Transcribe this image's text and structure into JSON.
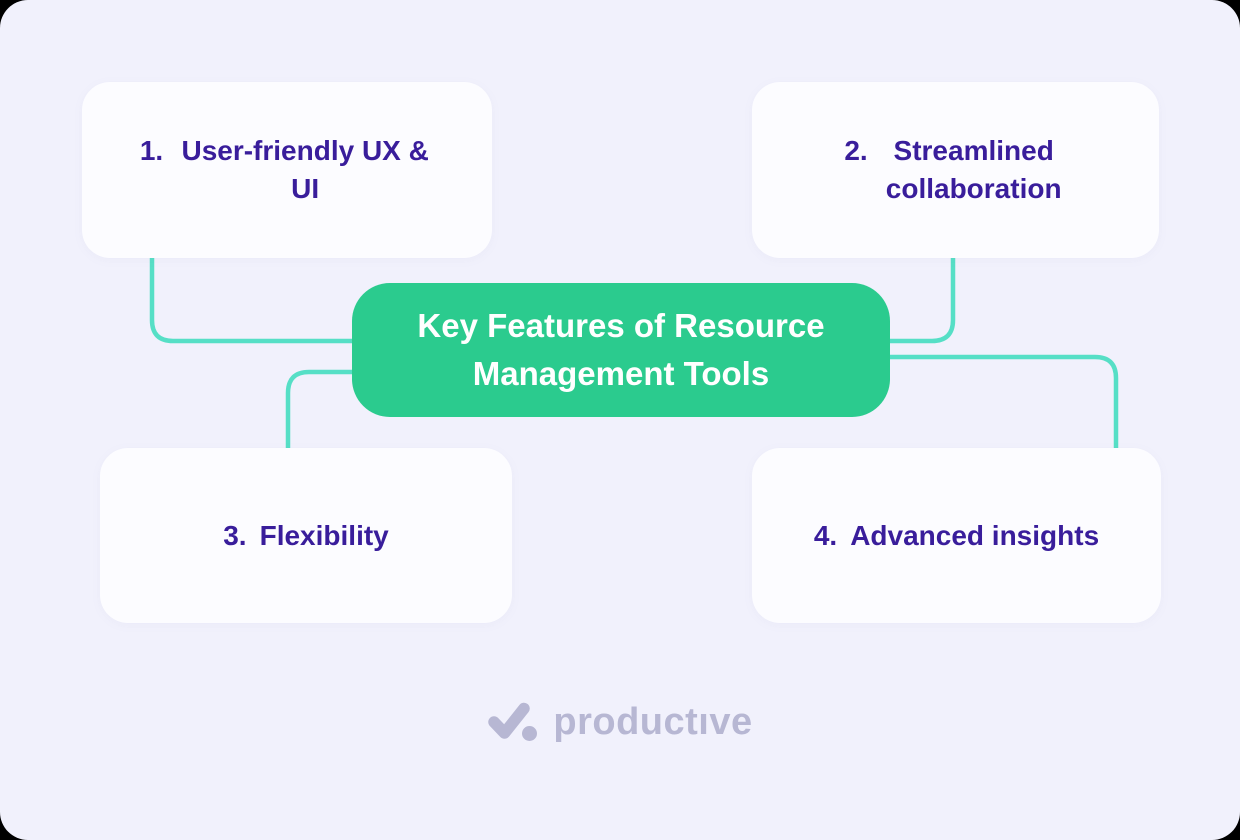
{
  "central": {
    "title": "Key Features of Resource Management Tools"
  },
  "features": [
    {
      "number": "1.",
      "label": "User-friendly UX & UI"
    },
    {
      "number": "2.",
      "label": "Streamlined collaboration"
    },
    {
      "number": "3.",
      "label": "Flexibility"
    },
    {
      "number": "4.",
      "label": "Advanced insights"
    }
  ],
  "footer": {
    "brand_wordmark": "productıve",
    "logo_icon": "checkmark-with-dot-icon"
  },
  "colors": {
    "canvas_background": "#F1F1FC",
    "card_background": "#FCFCFF",
    "central_accent_green": "#2BCB8E",
    "feature_text_purple": "#391D9B",
    "connector_teal": "#56DFC6",
    "brand_gray_lavender": "#B7B7D3",
    "central_title_text": "#FFFFFF"
  }
}
